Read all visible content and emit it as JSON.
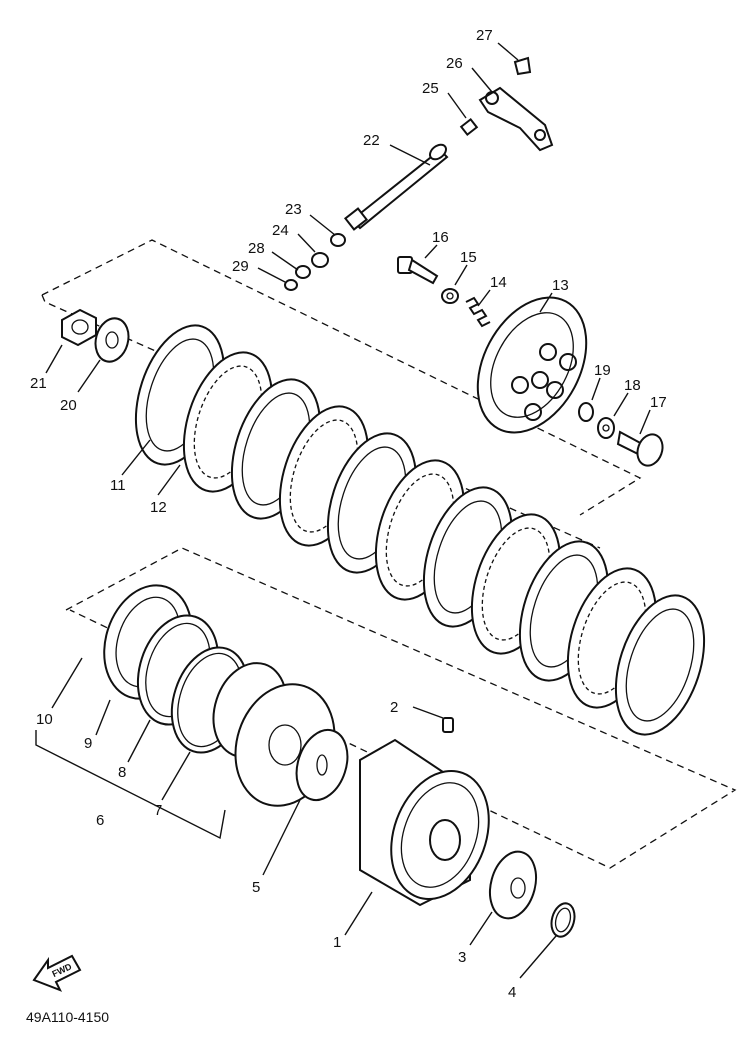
{
  "diagram": {
    "part_callouts": [
      "1",
      "2",
      "3",
      "4",
      "5",
      "6",
      "7",
      "8",
      "9",
      "10",
      "11",
      "12",
      "13",
      "14",
      "15",
      "16",
      "17",
      "18",
      "19",
      "20",
      "21",
      "22",
      "23",
      "24",
      "25",
      "26",
      "27",
      "28",
      "29"
    ],
    "direction_badge": "FWD",
    "drawing_code": "49A110-4150"
  }
}
